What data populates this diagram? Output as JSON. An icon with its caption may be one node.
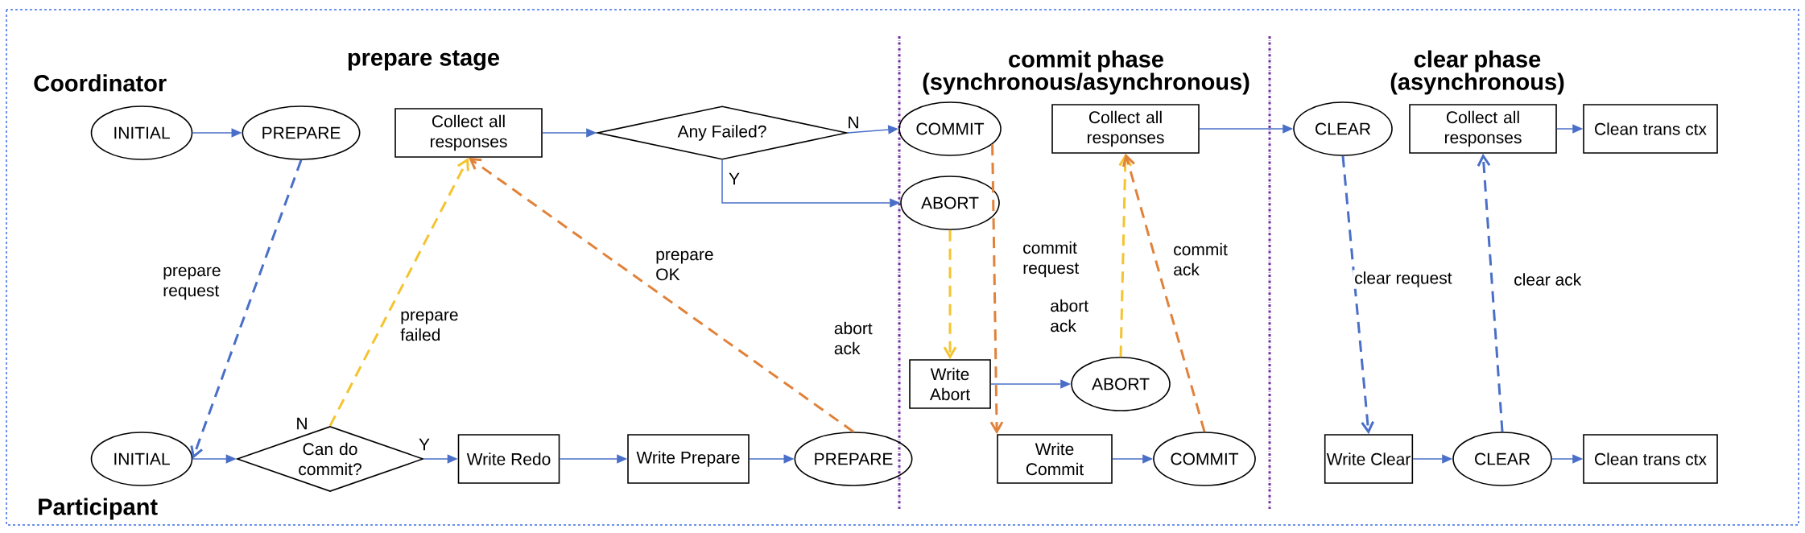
{
  "diagram": {
    "nodes": [
      {
        "text": [
          "INITIAL"
        ]
      },
      {
        "text": [
          "PREPARE"
        ]
      },
      {
        "text": [
          "Collect all responses"
        ]
      },
      {
        "text": [
          "Any Failed?"
        ]
      },
      {
        "text": [
          "COMMIT"
        ]
      },
      {
        "text": [
          "ABORT"
        ]
      },
      {
        "text": [
          "Collect all responses"
        ]
      },
      {
        "text": [
          "CLEAR"
        ]
      },
      {
        "text": [
          "Collect all responses"
        ]
      },
      {
        "text": [
          "Clean trans ctx"
        ]
      },
      {
        "text": [
          "INITIAL"
        ]
      },
      {
        "text": [
          "Can do commit?"
        ]
      },
      {
        "text": [
          "Write Redo"
        ]
      },
      {
        "text": [
          "Write Prepare"
        ]
      },
      {
        "text": [
          "PREPARE"
        ]
      },
      {
        "text": [
          "Write Abort"
        ]
      },
      {
        "text": [
          "ABORT"
        ]
      },
      {
        "text": [
          "Write Commit"
        ]
      },
      {
        "text": [
          "COMMIT"
        ]
      },
      {
        "text": [
          "Write Clear"
        ]
      },
      {
        "text": [
          "CLEAR"
        ]
      },
      {
        "text": [
          "Clean trans ctx"
        ]
      }
    ],
    "edges": [
      {
        "from": 0,
        "to": 1,
        "arrow": "to"
      },
      {
        "from": 2,
        "to": 3,
        "arrow": "to"
      },
      {
        "from": 3,
        "to": 4,
        "arrow": "to",
        "label": "N"
      },
      {
        "from": 3,
        "to": 5,
        "arrow": "to",
        "label": "Y"
      },
      {
        "from": 6,
        "to": 7,
        "arrow": "to"
      },
      {
        "from": 8,
        "to": 9,
        "arrow": "to"
      },
      {
        "from": 10,
        "to": 11,
        "arrow": "to"
      },
      {
        "from": 11,
        "to": 12,
        "arrow": "to",
        "label": "Y"
      },
      {
        "from": 12,
        "to": 13,
        "arrow": "to"
      },
      {
        "from": 13,
        "to": 14,
        "arrow": "to"
      },
      {
        "from": 15,
        "to": 16,
        "arrow": "to"
      },
      {
        "from": 17,
        "to": 18,
        "arrow": "to"
      },
      {
        "from": 19,
        "to": 20,
        "arrow": "to"
      },
      {
        "from": 20,
        "to": 21,
        "arrow": "to"
      },
      {
        "from": 1,
        "to": 10,
        "arrow": "to",
        "style": "dashed",
        "label": "prepare request"
      },
      {
        "from": 11,
        "to": 2,
        "arrow": "to",
        "style": "dashed",
        "color": "#f4c430",
        "label": "prepare failed"
      },
      {
        "from": 14,
        "to": 2,
        "arrow": "to",
        "style": "dashed",
        "color": "#e0823a",
        "label": "prepare OK"
      },
      {
        "from": 5,
        "to": 15,
        "arrow": "to",
        "style": "dashed",
        "color": "#f4c430",
        "label": "abort ack"
      },
      {
        "from": 4,
        "to": 17,
        "arrow": "to",
        "style": "dashed",
        "color": "#e0823a",
        "label": "commit request"
      },
      {
        "from": 16,
        "to": 6,
        "arrow": "to",
        "style": "dashed",
        "color": "#f4c430",
        "label": "abort ack"
      },
      {
        "from": 18,
        "to": 6,
        "arrow": "to",
        "style": "dashed",
        "color": "#e0823a",
        "label": "commit ack"
      },
      {
        "from": 7,
        "to": 19,
        "arrow": "to",
        "style": "dashed",
        "label": "clear request"
      },
      {
        "from": 20,
        "to": 8,
        "arrow": "to",
        "style": "dashed",
        "label": "clear ack"
      }
    ],
    "labels": [
      "prepare stage",
      "commit phase (synchronous/asynchronous)",
      "clear phase (asynchronous)",
      "Coordinator",
      "N",
      "Participant"
    ]
  }
}
